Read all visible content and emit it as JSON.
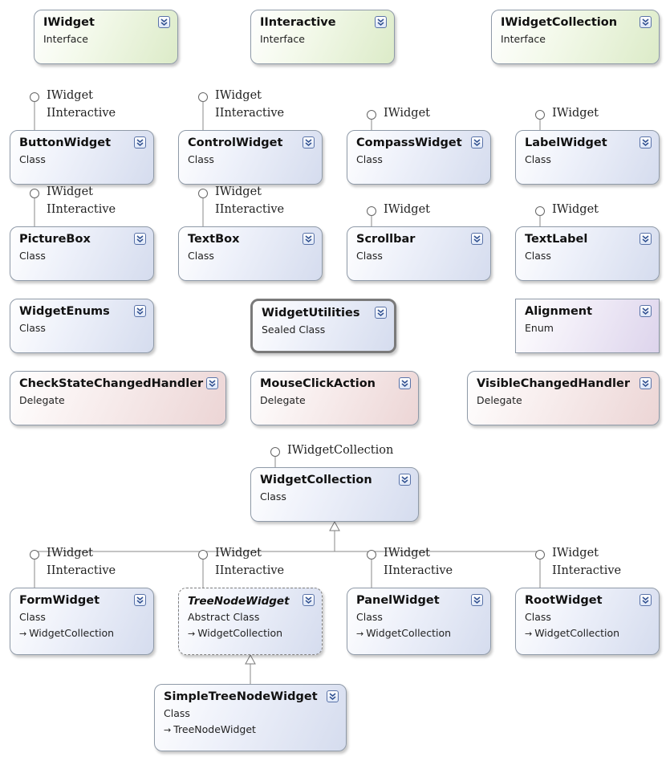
{
  "interfaces": [
    {
      "name": "IWidget",
      "kind": "Interface"
    },
    {
      "name": "IInteractive",
      "kind": "Interface"
    },
    {
      "name": "IWidgetCollection",
      "kind": "Interface"
    }
  ],
  "classes": [
    {
      "name": "ButtonWidget",
      "kind": "Class",
      "implements": [
        "IWidget",
        "IInteractive"
      ]
    },
    {
      "name": "ControlWidget",
      "kind": "Class",
      "implements": [
        "IWidget",
        "IInteractive"
      ]
    },
    {
      "name": "CompassWidget",
      "kind": "Class",
      "implements": [
        "IWidget"
      ]
    },
    {
      "name": "LabelWidget",
      "kind": "Class",
      "implements": [
        "IWidget"
      ]
    },
    {
      "name": "PictureBox",
      "kind": "Class",
      "implements": [
        "IWidget",
        "IInteractive"
      ]
    },
    {
      "name": "TextBox",
      "kind": "Class",
      "implements": [
        "IWidget",
        "IInteractive"
      ]
    },
    {
      "name": "Scrollbar",
      "kind": "Class",
      "implements": [
        "IWidget"
      ]
    },
    {
      "name": "TextLabel",
      "kind": "Class",
      "implements": [
        "IWidget"
      ]
    },
    {
      "name": "WidgetEnums",
      "kind": "Class",
      "implements": []
    },
    {
      "name": "WidgetUtilities",
      "kind": "Sealed Class",
      "implements": [],
      "selected": true
    },
    {
      "name": "Alignment",
      "kind": "Enum",
      "implements": []
    },
    {
      "name": "CheckStateChangedHandler",
      "kind": "Delegate",
      "implements": []
    },
    {
      "name": "MouseClickAction",
      "kind": "Delegate",
      "implements": []
    },
    {
      "name": "VisibleChangedHandler",
      "kind": "Delegate",
      "implements": []
    },
    {
      "name": "WidgetCollection",
      "kind": "Class",
      "implements": [
        "IWidgetCollection"
      ]
    },
    {
      "name": "FormWidget",
      "kind": "Class",
      "base": "WidgetCollection",
      "implements": [
        "IWidget",
        "IInteractive"
      ]
    },
    {
      "name": "TreeNodeWidget",
      "kind": "Abstract Class",
      "base": "WidgetCollection",
      "implements": [
        "IWidget",
        "IInteractive"
      ]
    },
    {
      "name": "PanelWidget",
      "kind": "Class",
      "base": "WidgetCollection",
      "implements": [
        "IWidget",
        "IInteractive"
      ]
    },
    {
      "name": "RootWidget",
      "kind": "Class",
      "base": "WidgetCollection",
      "implements": [
        "IWidget",
        "IInteractive"
      ]
    },
    {
      "name": "SimpleTreeNodeWidget",
      "kind": "Class",
      "base": "TreeNodeWidget",
      "implements": []
    }
  ]
}
